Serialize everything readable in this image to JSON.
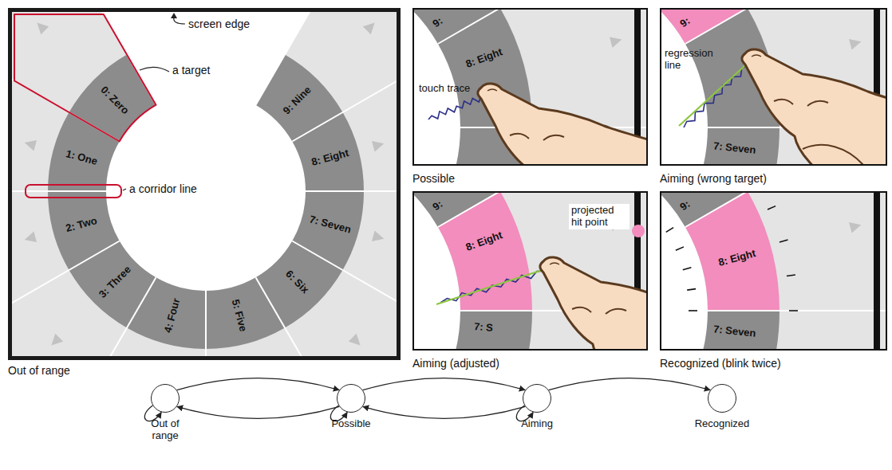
{
  "diagram": {
    "nodes": [
      {
        "text": [
          "Out of range"
        ]
      },
      {
        "text": [
          "0: Zero"
        ],
        "in": 0
      },
      {
        "text": [
          "1: One"
        ],
        "in": 0
      },
      {
        "text": [
          "2: Two"
        ],
        "in": 0
      },
      {
        "text": [
          "3: Three"
        ],
        "in": 0
      },
      {
        "text": [
          "4: Four"
        ],
        "in": 0
      },
      {
        "text": [
          "5: Five"
        ],
        "in": 0
      },
      {
        "text": [
          "6: Six"
        ],
        "in": 0
      },
      {
        "text": [
          "7: Seven"
        ],
        "in": 0
      },
      {
        "text": [
          "8: Eight"
        ],
        "in": 0
      },
      {
        "text": [
          "9: Nine"
        ],
        "in": 0
      },
      {
        "text": [
          "Possible"
        ]
      },
      {
        "text": [
          "9:"
        ],
        "in": 11
      },
      {
        "text": [
          "8: Eight"
        ],
        "in": 11
      },
      {
        "text": [
          "Aiming (wrong target)"
        ]
      },
      {
        "text": [
          "9:"
        ],
        "in": 14
      },
      {
        "text": [
          "7: Seven"
        ],
        "in": 14
      },
      {
        "text": [
          "Aiming (adjusted)"
        ]
      },
      {
        "text": [
          "9:"
        ],
        "in": 17
      },
      {
        "text": [
          "8: Eight"
        ],
        "in": 17
      },
      {
        "text": [
          "7: S"
        ],
        "in": 17
      },
      {
        "text": [
          "Recognized (blink twice)"
        ]
      },
      {
        "text": [
          "9:"
        ],
        "in": 21
      },
      {
        "text": [
          "8: Eight"
        ],
        "in": 21
      },
      {
        "text": [
          "7: Seven"
        ],
        "in": 21
      },
      {
        "text": [
          "Out of range"
        ]
      },
      {
        "text": [
          "Possible"
        ]
      },
      {
        "text": [
          "Aiming"
        ]
      },
      {
        "text": [
          "Recognized"
        ]
      }
    ],
    "edges": [
      {
        "from": 25,
        "to": 26,
        "arrow": "to"
      },
      {
        "from": 26,
        "to": 25,
        "arrow": "to"
      },
      {
        "from": 26,
        "to": 27,
        "arrow": "to"
      },
      {
        "from": 27,
        "to": 26,
        "arrow": "to"
      },
      {
        "from": 27,
        "to": 28,
        "arrow": "to"
      },
      {
        "from": 25,
        "to": 25,
        "arrow": "to"
      },
      {
        "from": 26,
        "to": 26,
        "arrow": "to"
      },
      {
        "from": 27,
        "to": 27,
        "arrow": "to"
      }
    ],
    "labels": [
      "screen edge",
      "a target",
      "a corridor line",
      "touch trace",
      "regression line",
      "projected hit point"
    ]
  }
}
